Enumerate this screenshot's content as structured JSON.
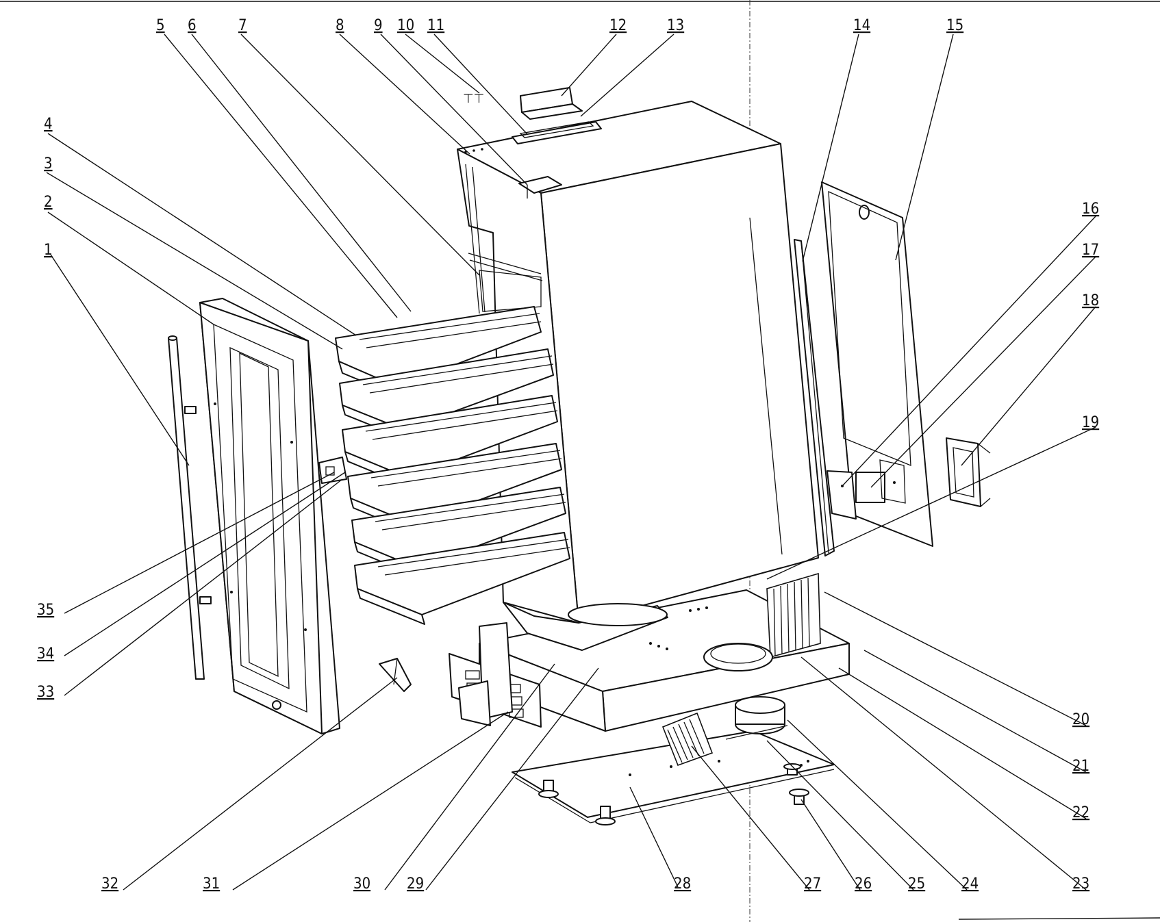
{
  "callouts": [
    {
      "id": "1",
      "label": "1"
    },
    {
      "id": "2",
      "label": "2"
    },
    {
      "id": "3",
      "label": "3"
    },
    {
      "id": "4",
      "label": "4"
    },
    {
      "id": "5",
      "label": "5"
    },
    {
      "id": "6",
      "label": "6"
    },
    {
      "id": "7",
      "label": "7"
    },
    {
      "id": "8",
      "label": "8"
    },
    {
      "id": "9",
      "label": "9"
    },
    {
      "id": "10",
      "label": "10"
    },
    {
      "id": "11",
      "label": "11"
    },
    {
      "id": "12",
      "label": "12"
    },
    {
      "id": "13",
      "label": "13"
    },
    {
      "id": "14",
      "label": "14"
    },
    {
      "id": "15",
      "label": "15"
    },
    {
      "id": "16",
      "label": "16"
    },
    {
      "id": "17",
      "label": "17"
    },
    {
      "id": "18",
      "label": "18"
    },
    {
      "id": "19",
      "label": "19"
    },
    {
      "id": "20",
      "label": "20"
    },
    {
      "id": "21",
      "label": "21"
    },
    {
      "id": "22",
      "label": "22"
    },
    {
      "id": "23",
      "label": "23"
    },
    {
      "id": "24",
      "label": "24"
    },
    {
      "id": "25",
      "label": "25"
    },
    {
      "id": "26",
      "label": "26"
    },
    {
      "id": "27",
      "label": "27"
    },
    {
      "id": "28",
      "label": "28"
    },
    {
      "id": "29",
      "label": "29"
    },
    {
      "id": "30",
      "label": "30"
    },
    {
      "id": "31",
      "label": "31"
    },
    {
      "id": "32",
      "label": "32"
    },
    {
      "id": "33",
      "label": "33"
    },
    {
      "id": "34",
      "label": "34"
    },
    {
      "id": "35",
      "label": "35"
    }
  ],
  "parts": [
    "handle",
    "door",
    "shelf",
    "cabinet",
    "top-vent-cover",
    "top-hinge",
    "back-panel",
    "side-cover-plate",
    "bracket",
    "base-tray",
    "front-grille",
    "base-plate",
    "compressor",
    "condenser",
    "leveling-foot",
    "bottom-hinge"
  ],
  "shelf_count": 6,
  "colors": {
    "line": "#111111",
    "background": "#ffffff"
  }
}
